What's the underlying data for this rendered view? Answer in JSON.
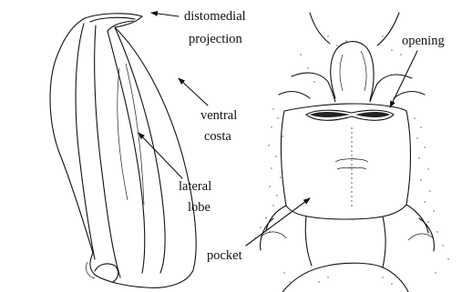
{
  "figure": {
    "labels": {
      "distomedial_projection": [
        "distomedial",
        "projection"
      ],
      "ventral_costa": [
        "ventral",
        "costa"
      ],
      "lateral_lobe": [
        "lateral",
        "lobe"
      ],
      "opening": "opening",
      "pocket": "pocket"
    },
    "ink_color": "#111111",
    "stipple_color": "#555555",
    "background": "#ffffff"
  }
}
